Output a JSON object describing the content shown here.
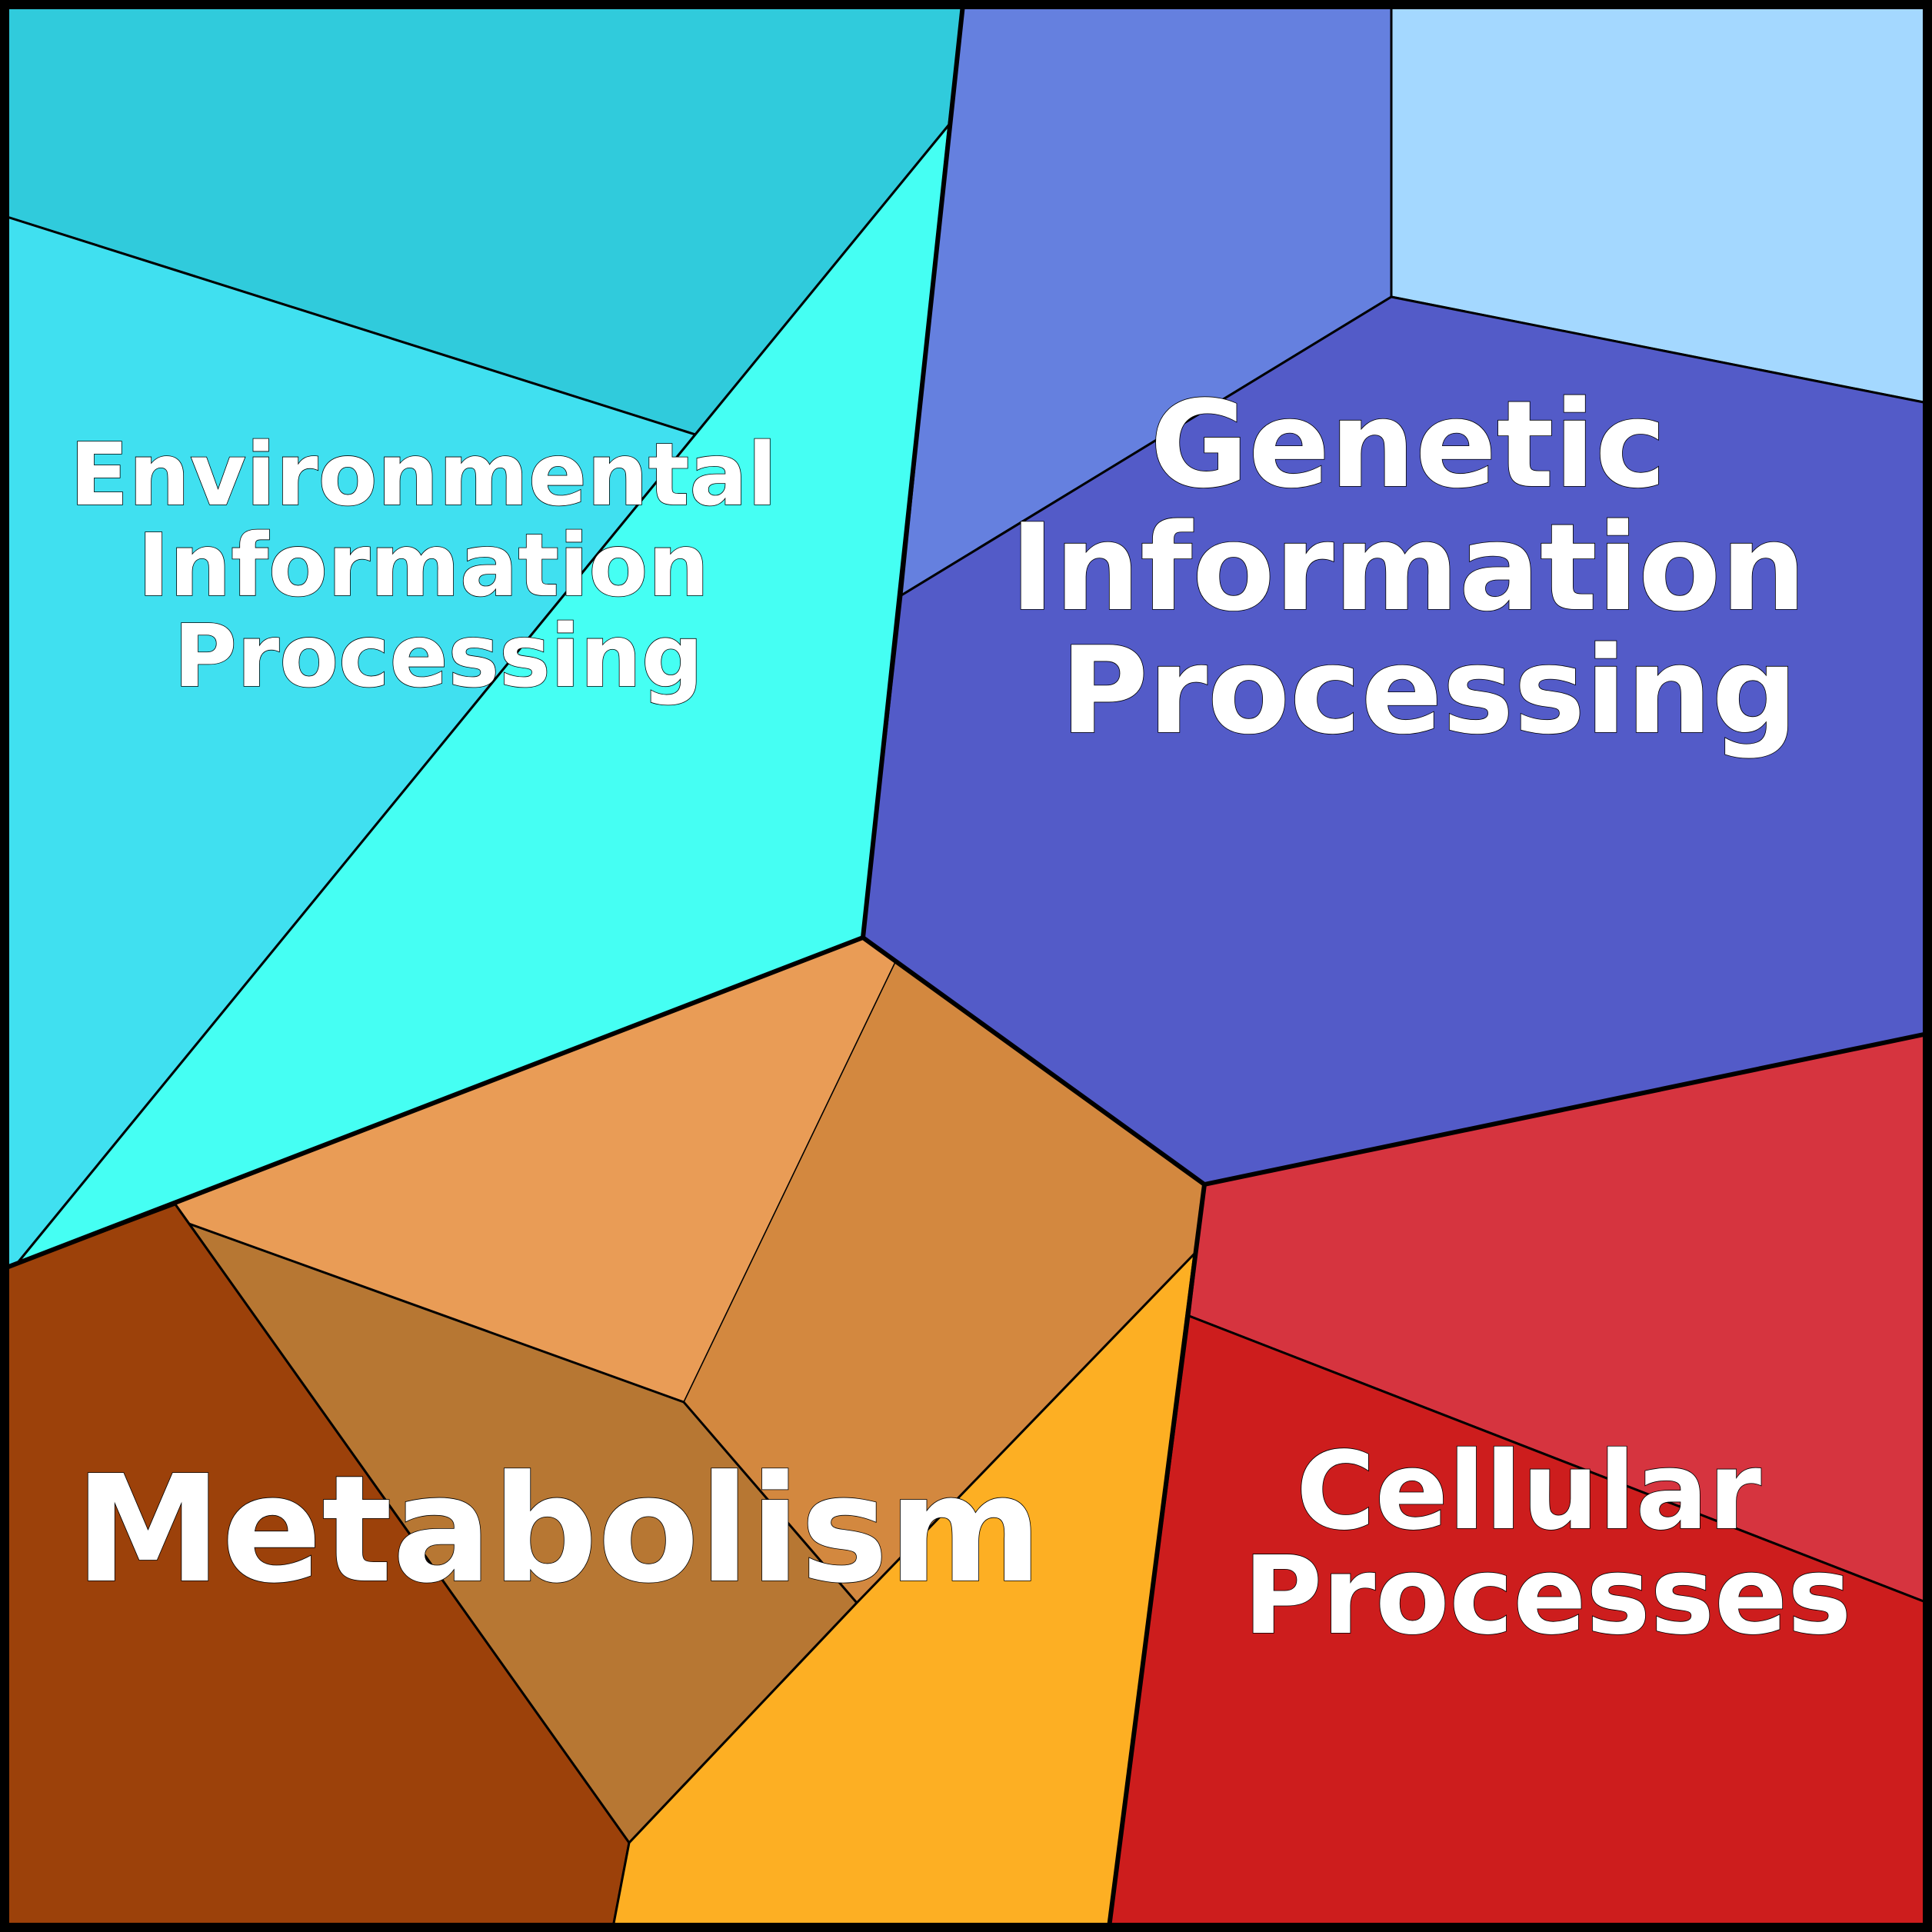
{
  "labels": {
    "environmental": [
      "Environmental",
      "Information",
      "Processing"
    ],
    "genetic": [
      "Genetic",
      "Information",
      "Processing"
    ],
    "metabolism": [
      "Metabolism"
    ],
    "cellular": [
      "Cellular",
      "Processes"
    ]
  },
  "colors": {
    "environmental": [
      "#30CBDC",
      "#40E0F0",
      "#45FFF3"
    ],
    "genetic": [
      "#6580DF",
      "#A4D8FF",
      "#535BC8"
    ],
    "metabolism": [
      "#E99C56",
      "#D3883F",
      "#B77733",
      "#9C410A",
      "#FDAF23"
    ],
    "cellular": [
      "#D6343F",
      "#CD1D1D"
    ]
  }
}
